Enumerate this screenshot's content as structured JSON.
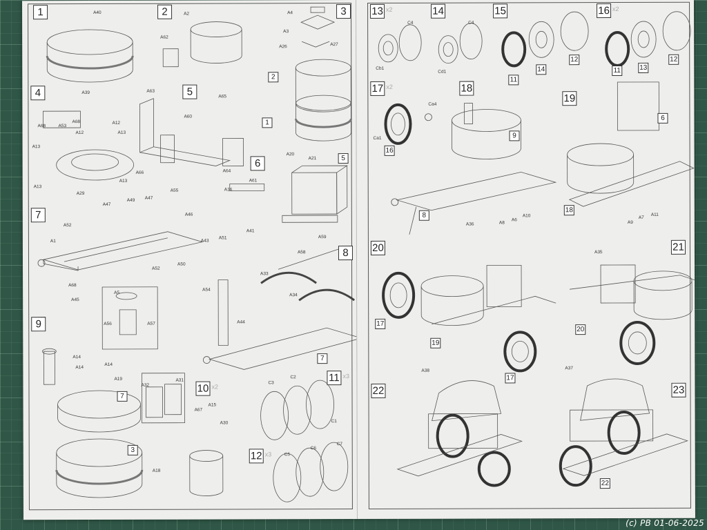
{
  "watermark": "(c) PB 01-06-2025",
  "left_page": {
    "steps": [
      "1",
      "2",
      "3",
      "4",
      "5",
      "6",
      "7",
      "8",
      "9",
      "10",
      "11",
      "12"
    ],
    "multipliers": {
      "step10": "x2",
      "step11": "x3",
      "step12": "x3"
    },
    "labels": {
      "s1": [
        "A40",
        "A39"
      ],
      "s2": [
        "A2",
        "A62"
      ],
      "s3": [
        "A4",
        "A3",
        "A26",
        "A27"
      ],
      "s3_boxes": [
        "2",
        "1"
      ],
      "s4": [
        "A68",
        "A53",
        "A68",
        "A12",
        "A12",
        "A13",
        "A13",
        "A13",
        "A13",
        "A29"
      ],
      "s5": [
        "A63",
        "A65",
        "A60",
        "A66",
        "A64"
      ],
      "s6": [
        "A20",
        "A21",
        "A16",
        "A61",
        "A59"
      ],
      "s6_boxes": [
        "5"
      ],
      "s7": [
        "A55",
        "A47",
        "A49",
        "A47",
        "A46",
        "A52",
        "A1",
        "A52",
        "A50",
        "A68",
        "A45"
      ],
      "s7_detail": [
        "A5",
        "A56",
        "A57"
      ],
      "s8": [
        "A43",
        "A51",
        "A41",
        "A58",
        "A33",
        "A34",
        "A54",
        "A44"
      ],
      "s8_boxes": [
        "7"
      ],
      "s9": [
        "A14",
        "A14",
        "A14",
        "A19",
        "A18"
      ],
      "s9_boxes": [
        "7",
        "3"
      ],
      "s10": [
        "A32",
        "A31",
        "A67",
        "A15",
        "A30"
      ],
      "s11": [
        "C3",
        "C2",
        "C1"
      ],
      "s12": [
        "C5",
        "C6",
        "C7"
      ]
    }
  },
  "right_page": {
    "steps": [
      "13",
      "14",
      "15",
      "16",
      "17",
      "18",
      "19",
      "20",
      "21",
      "22",
      "23"
    ],
    "multipliers": {
      "step13": "x2",
      "step16": "x2",
      "step17": "x2"
    },
    "labels": {
      "s13": [
        "C4",
        "Cb1"
      ],
      "s14": [
        "C4",
        "Cd1"
      ],
      "s15_boxes": [
        "11",
        "14",
        "12"
      ],
      "s16_boxes": [
        "11",
        "13",
        "12"
      ],
      "s17": [
        "Ca4",
        "Ca1"
      ],
      "s17_boxes": [
        "16"
      ],
      "s18": [
        "A8",
        "A6",
        "A10"
      ],
      "s18_boxes": [
        "9",
        "8"
      ],
      "s19": [
        "A9",
        "A7",
        "A11"
      ],
      "s19_boxes": [
        "6",
        "18"
      ],
      "s20": [
        "A36"
      ],
      "s20_boxes": [
        "17",
        "19",
        "17"
      ],
      "s21": [
        "A35"
      ],
      "s21_boxes": [
        "20"
      ],
      "s22": [
        "A38"
      ],
      "s23": [
        "A37"
      ],
      "s23_boxes": [
        "22"
      ]
    }
  }
}
